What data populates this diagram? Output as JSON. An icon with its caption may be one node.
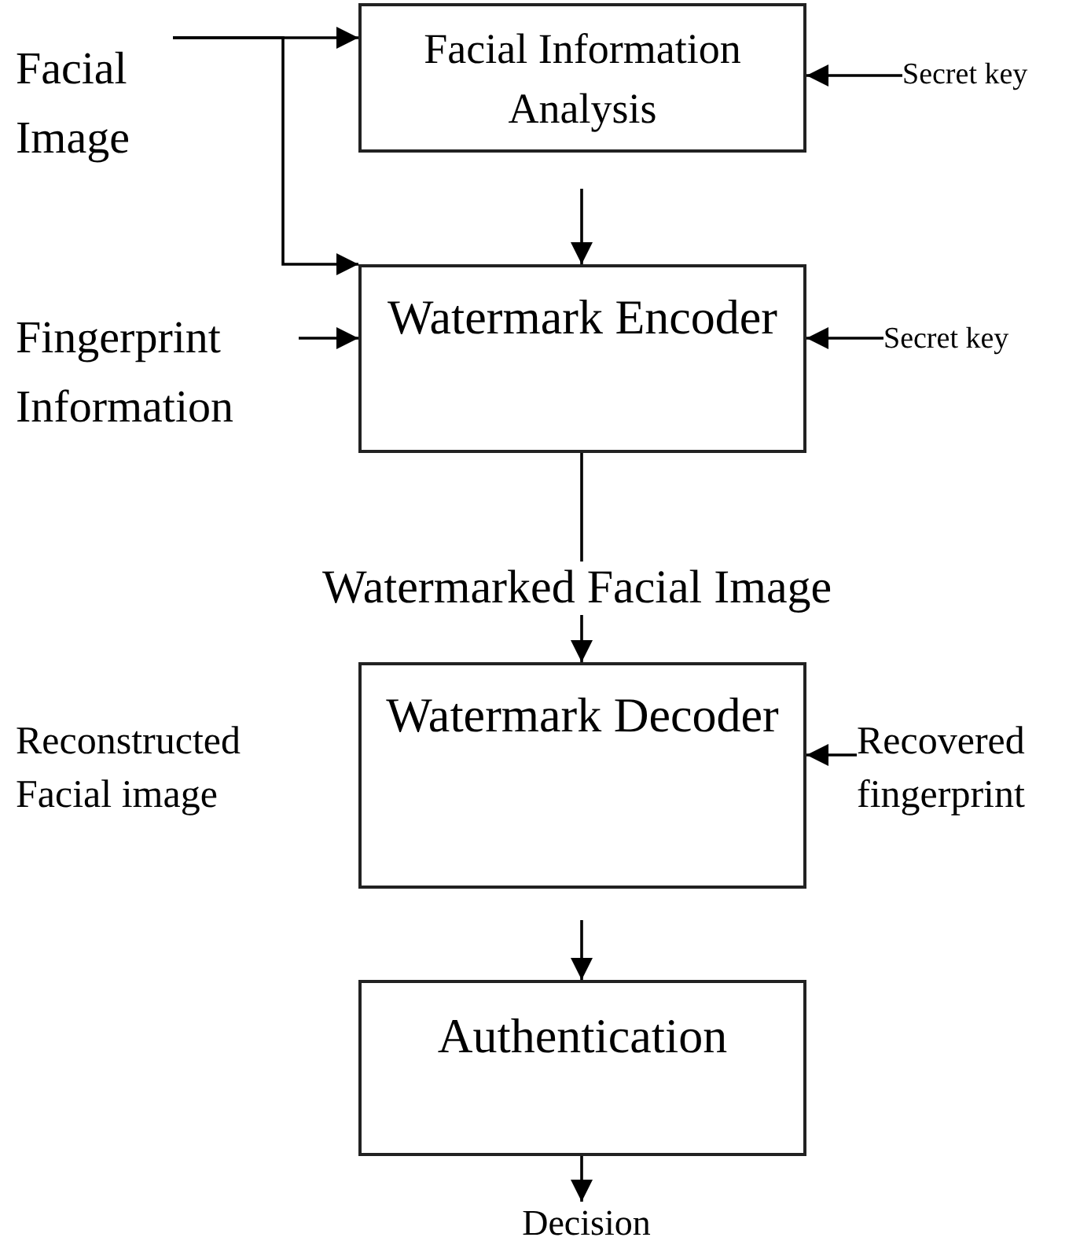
{
  "diagram": {
    "nodes": [
      {
        "text": [
          "Facial Information Analysis"
        ]
      },
      {
        "text": [
          "Watermark Encoder"
        ]
      },
      {
        "text": [
          "Watermark Decoder"
        ]
      },
      {
        "text": [
          "Authentication"
        ]
      },
      {
        "text": [
          "Facial Image"
        ]
      },
      {
        "text": [
          "Secret key"
        ]
      },
      {
        "text": [
          "Fingerprint Information"
        ]
      },
      {
        "text": [
          "Secret key"
        ]
      },
      {
        "text": [
          "Recovered fingerprint"
        ]
      },
      {
        "text": [
          "Decision"
        ]
      }
    ],
    "edges": [
      {
        "from": 4,
        "to": 0,
        "arrow": "to"
      },
      {
        "from": 4,
        "to": 1,
        "arrow": "to"
      },
      {
        "from": 5,
        "to": 0,
        "arrow": "to"
      },
      {
        "from": 0,
        "to": 1,
        "arrow": "to"
      },
      {
        "from": 6,
        "to": 1,
        "arrow": "to"
      },
      {
        "from": 7,
        "to": 1,
        "arrow": "to"
      },
      {
        "from": 1,
        "to": 2,
        "arrow": "to",
        "label": "Watermarked Facial Image"
      },
      {
        "from": 8,
        "to": 2,
        "arrow": "to"
      },
      {
        "from": 2,
        "to": 3,
        "arrow": "to"
      },
      {
        "from": 3,
        "to": 9,
        "arrow": "to"
      }
    ],
    "labels": [
      "Reconstructed Facial image"
    ]
  }
}
